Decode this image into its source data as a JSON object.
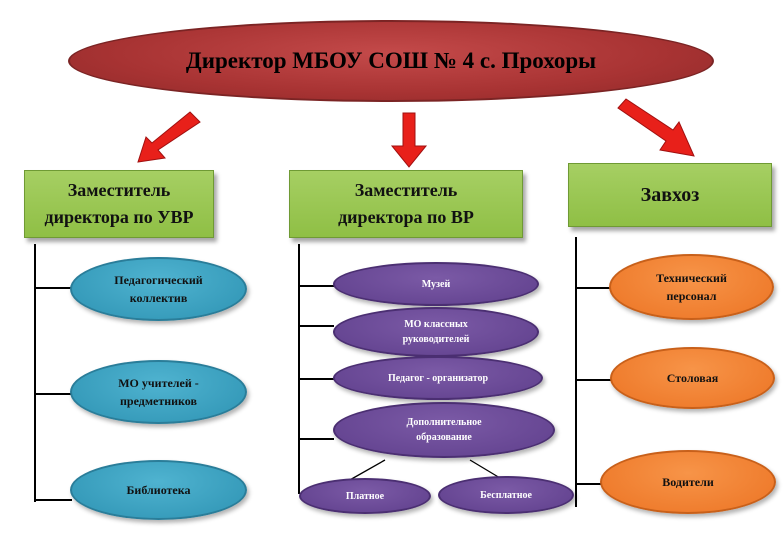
{
  "director": "Директор МБОУ СОШ № 4 с. Прохоры",
  "deputies": {
    "uvr": "Заместитель директора по УВР",
    "vr": "Заместитель директора по ВР",
    "zavkhoz": "Завхоз"
  },
  "uvr_units": [
    "Педагогический коллектив",
    "МО учителей - предметников",
    "Библиотека"
  ],
  "vr_units": [
    "Музей",
    "МО классных руководителей",
    "Педагог - организатор",
    "Дополнительное образование"
  ],
  "dop_units": [
    "Платное",
    "Бесплатное"
  ],
  "zavkhoz_units": [
    "Технический персонал",
    "Столовая",
    "Водители"
  ],
  "colors": {
    "head": "#a83333",
    "deputy_box": "#9bc653",
    "uvr_units": "#2e93b3",
    "vr_units": "#5f3f8c",
    "zavkhoz_units": "#ec7424",
    "arrow": "#e8201a"
  }
}
